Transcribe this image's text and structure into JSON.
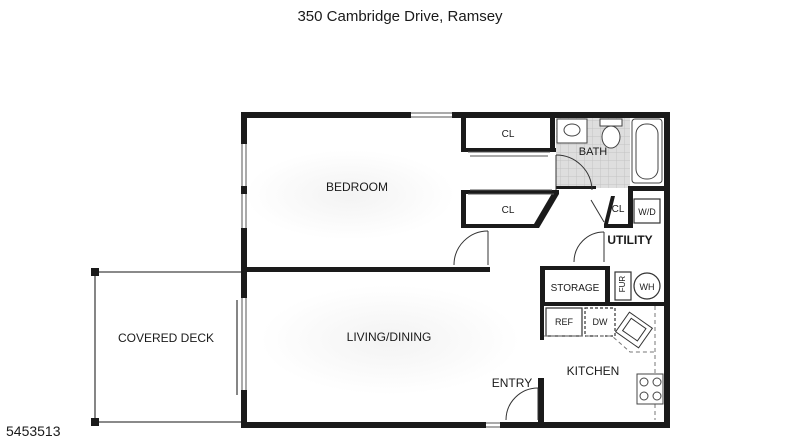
{
  "header": {
    "address": "350 Cambridge Drive, Ramsey"
  },
  "footer": {
    "listing_number": "5453513"
  },
  "rooms": {
    "bedroom": "BEDROOM",
    "closet_top": "CL",
    "closet_bottom": "CL",
    "bath": "BATH",
    "utility_closet": "CL",
    "washer_dryer": "W/D",
    "utility": "UTILITY",
    "storage": "STORAGE",
    "furnace": "FUR",
    "water_heater": "WH",
    "living_dining": "LIVING/DINING",
    "covered_deck": "COVERED DECK",
    "refrigerator": "REF",
    "dishwasher": "DW",
    "entry": "ENTRY",
    "kitchen": "KITCHEN"
  }
}
